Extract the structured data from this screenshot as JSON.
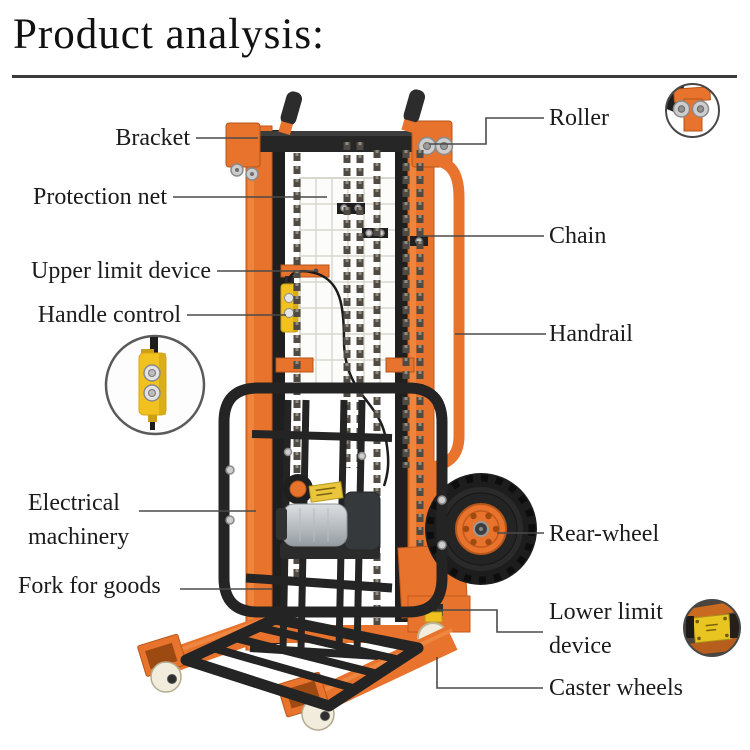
{
  "page": {
    "title": "Product analysis:"
  },
  "colors": {
    "accent_orange": "#e8732c",
    "orange_dark": "#c2591b",
    "orange_highlight": "#f6954e",
    "frame_black": "#242424",
    "pendant_yellow": "#f0c11f",
    "callout_line": "#4a4a4a",
    "net_gray": "#d8d8ce",
    "caster_cream": "#f1ecdc",
    "title_color": "#111111"
  },
  "callouts": {
    "bracket": "Bracket",
    "protection_net": "Protection net",
    "upper_limit_device": "Upper limit device",
    "handle_control": "Handle control",
    "electrical_machinery": "Electrical machinery",
    "fork_for_goods": "Fork for goods",
    "roller": "Roller",
    "chain": "Chain",
    "handrail": "Handrail",
    "rear_wheel": "Rear-wheel",
    "lower_limit_device": "Lower limit device",
    "caster_wheels": "Caster wheels"
  }
}
